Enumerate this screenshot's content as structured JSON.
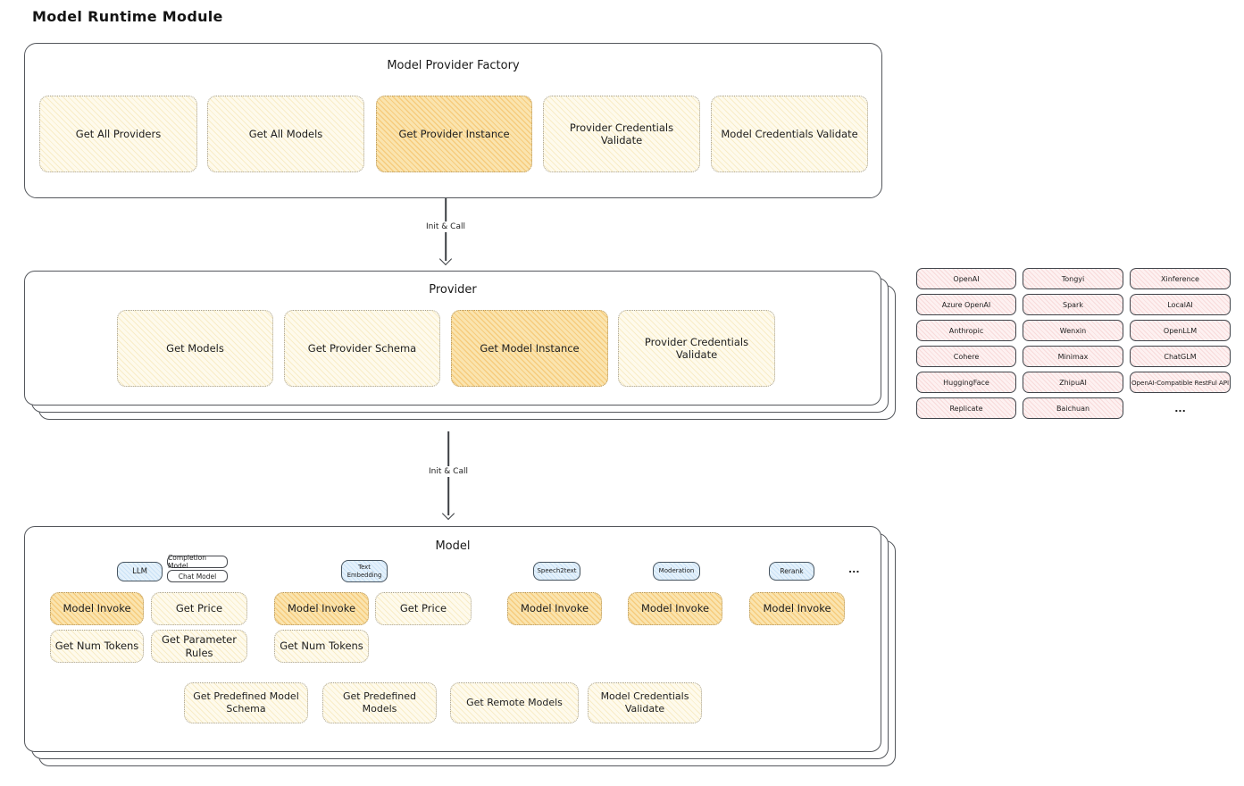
{
  "title": "Model Runtime Module",
  "colors": {
    "highlight_orange": "#f6cf8b",
    "panel_yellow": "#fdf8e6",
    "vendor_pink": "#fdf1f1",
    "tag_blue": "#e4f1fb",
    "stroke": "#54575c"
  },
  "factory": {
    "title": "Model Provider Factory",
    "items": [
      "Get All Providers",
      "Get All Models",
      "Get Provider Instance",
      "Provider Credentials Validate",
      "Model Credentials Validate"
    ]
  },
  "arrow1": {
    "label": "Init & Call"
  },
  "arrow2": {
    "label": "Init & Call"
  },
  "provider": {
    "title": "Provider",
    "items": [
      "Get Models",
      "Get Provider Schema",
      "Get Model Instance",
      "Provider Credentials Validate"
    ]
  },
  "vendors": {
    "col1": [
      "OpenAI",
      "Azure OpenAI",
      "Anthropic",
      "Cohere",
      "HuggingFace",
      "Replicate"
    ],
    "col2": [
      "Tongyi",
      "Spark",
      "Wenxin",
      "Minimax",
      "ZhipuAI",
      "Baichuan"
    ],
    "col3": [
      "Xinference",
      "LocalAI",
      "OpenLLM",
      "ChatGLM",
      "OpenAI-Compatible RestFul API"
    ],
    "more": "..."
  },
  "model": {
    "title": "Model",
    "tags": {
      "llm": "LLM",
      "completion": "Completion Model",
      "chat": "Chat Model",
      "text_embedding": "Text Embedding",
      "speech2text": "Speech2text",
      "moderation": "Moderation",
      "rerank": "Rerank",
      "more": "..."
    },
    "llm_functions": [
      "Model Invoke",
      "Get Price",
      "Get Num Tokens",
      "Get Parameter Rules"
    ],
    "text_embedding_functions": [
      "Model Invoke",
      "Get Price",
      "Get Num Tokens"
    ],
    "speech2text_functions": [
      "Model Invoke"
    ],
    "moderation_functions": [
      "Model Invoke"
    ],
    "rerank_functions": [
      "Model Invoke"
    ],
    "common_functions": [
      "Get Predefined Model Schema",
      "Get Predefined Models",
      "Get Remote Models",
      "Model Credentials Validate"
    ]
  }
}
